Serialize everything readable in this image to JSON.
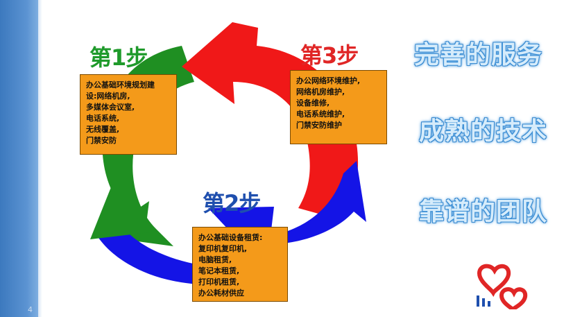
{
  "page_number": "4",
  "steps": [
    {
      "label": "第1步",
      "color": "#1f9a2b",
      "lines": [
        "办公基础环境规划建",
        "设:网络机房,",
        "多媒体会议室,",
        "电话系统,",
        "无线覆盖,",
        "门禁安防"
      ]
    },
    {
      "label": "第2步",
      "color": "#1f4fae",
      "lines": [
        "办公基础设备租赁:",
        "复印机复印机,",
        "电脑租赁,",
        "笔记本租赁,",
        "打印机租赁,",
        "办公耗材供应"
      ]
    },
    {
      "label": "第3步",
      "color": "#e02626",
      "lines": [
        "办公网络环境维护,",
        "网络机房维护,",
        "设备维修,",
        "电话系统维护,",
        "门禁安防维护"
      ]
    }
  ],
  "slogans": [
    "完善的服务",
    "成熟的技术",
    "靠谱的团队"
  ],
  "colors": {
    "box_fill": "#f49a1a",
    "accent_blue": "#3c79be",
    "arrow_green": "#1f8f22",
    "arrow_red": "#f01818",
    "arrow_blue": "#1414e6"
  },
  "icons": {
    "logo": "heart-hands-logo-icon"
  }
}
